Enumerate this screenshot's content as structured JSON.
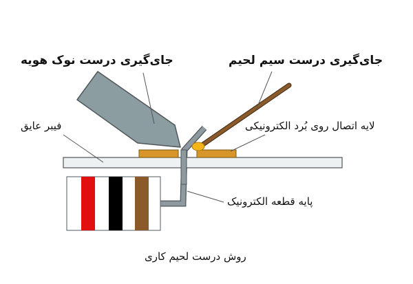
{
  "labels": {
    "iron_tip": "جای‌گیری درست نوک هویه",
    "solder_wire": "جای‌گیری درست سیم لحیم",
    "fiber": "فیبر عایق",
    "copper_pad": "لایه اتصال روی بُرد الکترونیکی",
    "component_lead": "پایه قطعه الکترونیک",
    "caption": "روش درست لحیم کاری"
  },
  "colors": {
    "iron": "#8b9da1",
    "wire": "#8b5a2b",
    "board": "#eef1f1",
    "pad": "#d8952a",
    "solder": "#f4b41a",
    "lead": "#8e9aa0",
    "band_red": "#e10f0f",
    "band_black": "#000000",
    "band_brown": "#8b5a2b"
  }
}
